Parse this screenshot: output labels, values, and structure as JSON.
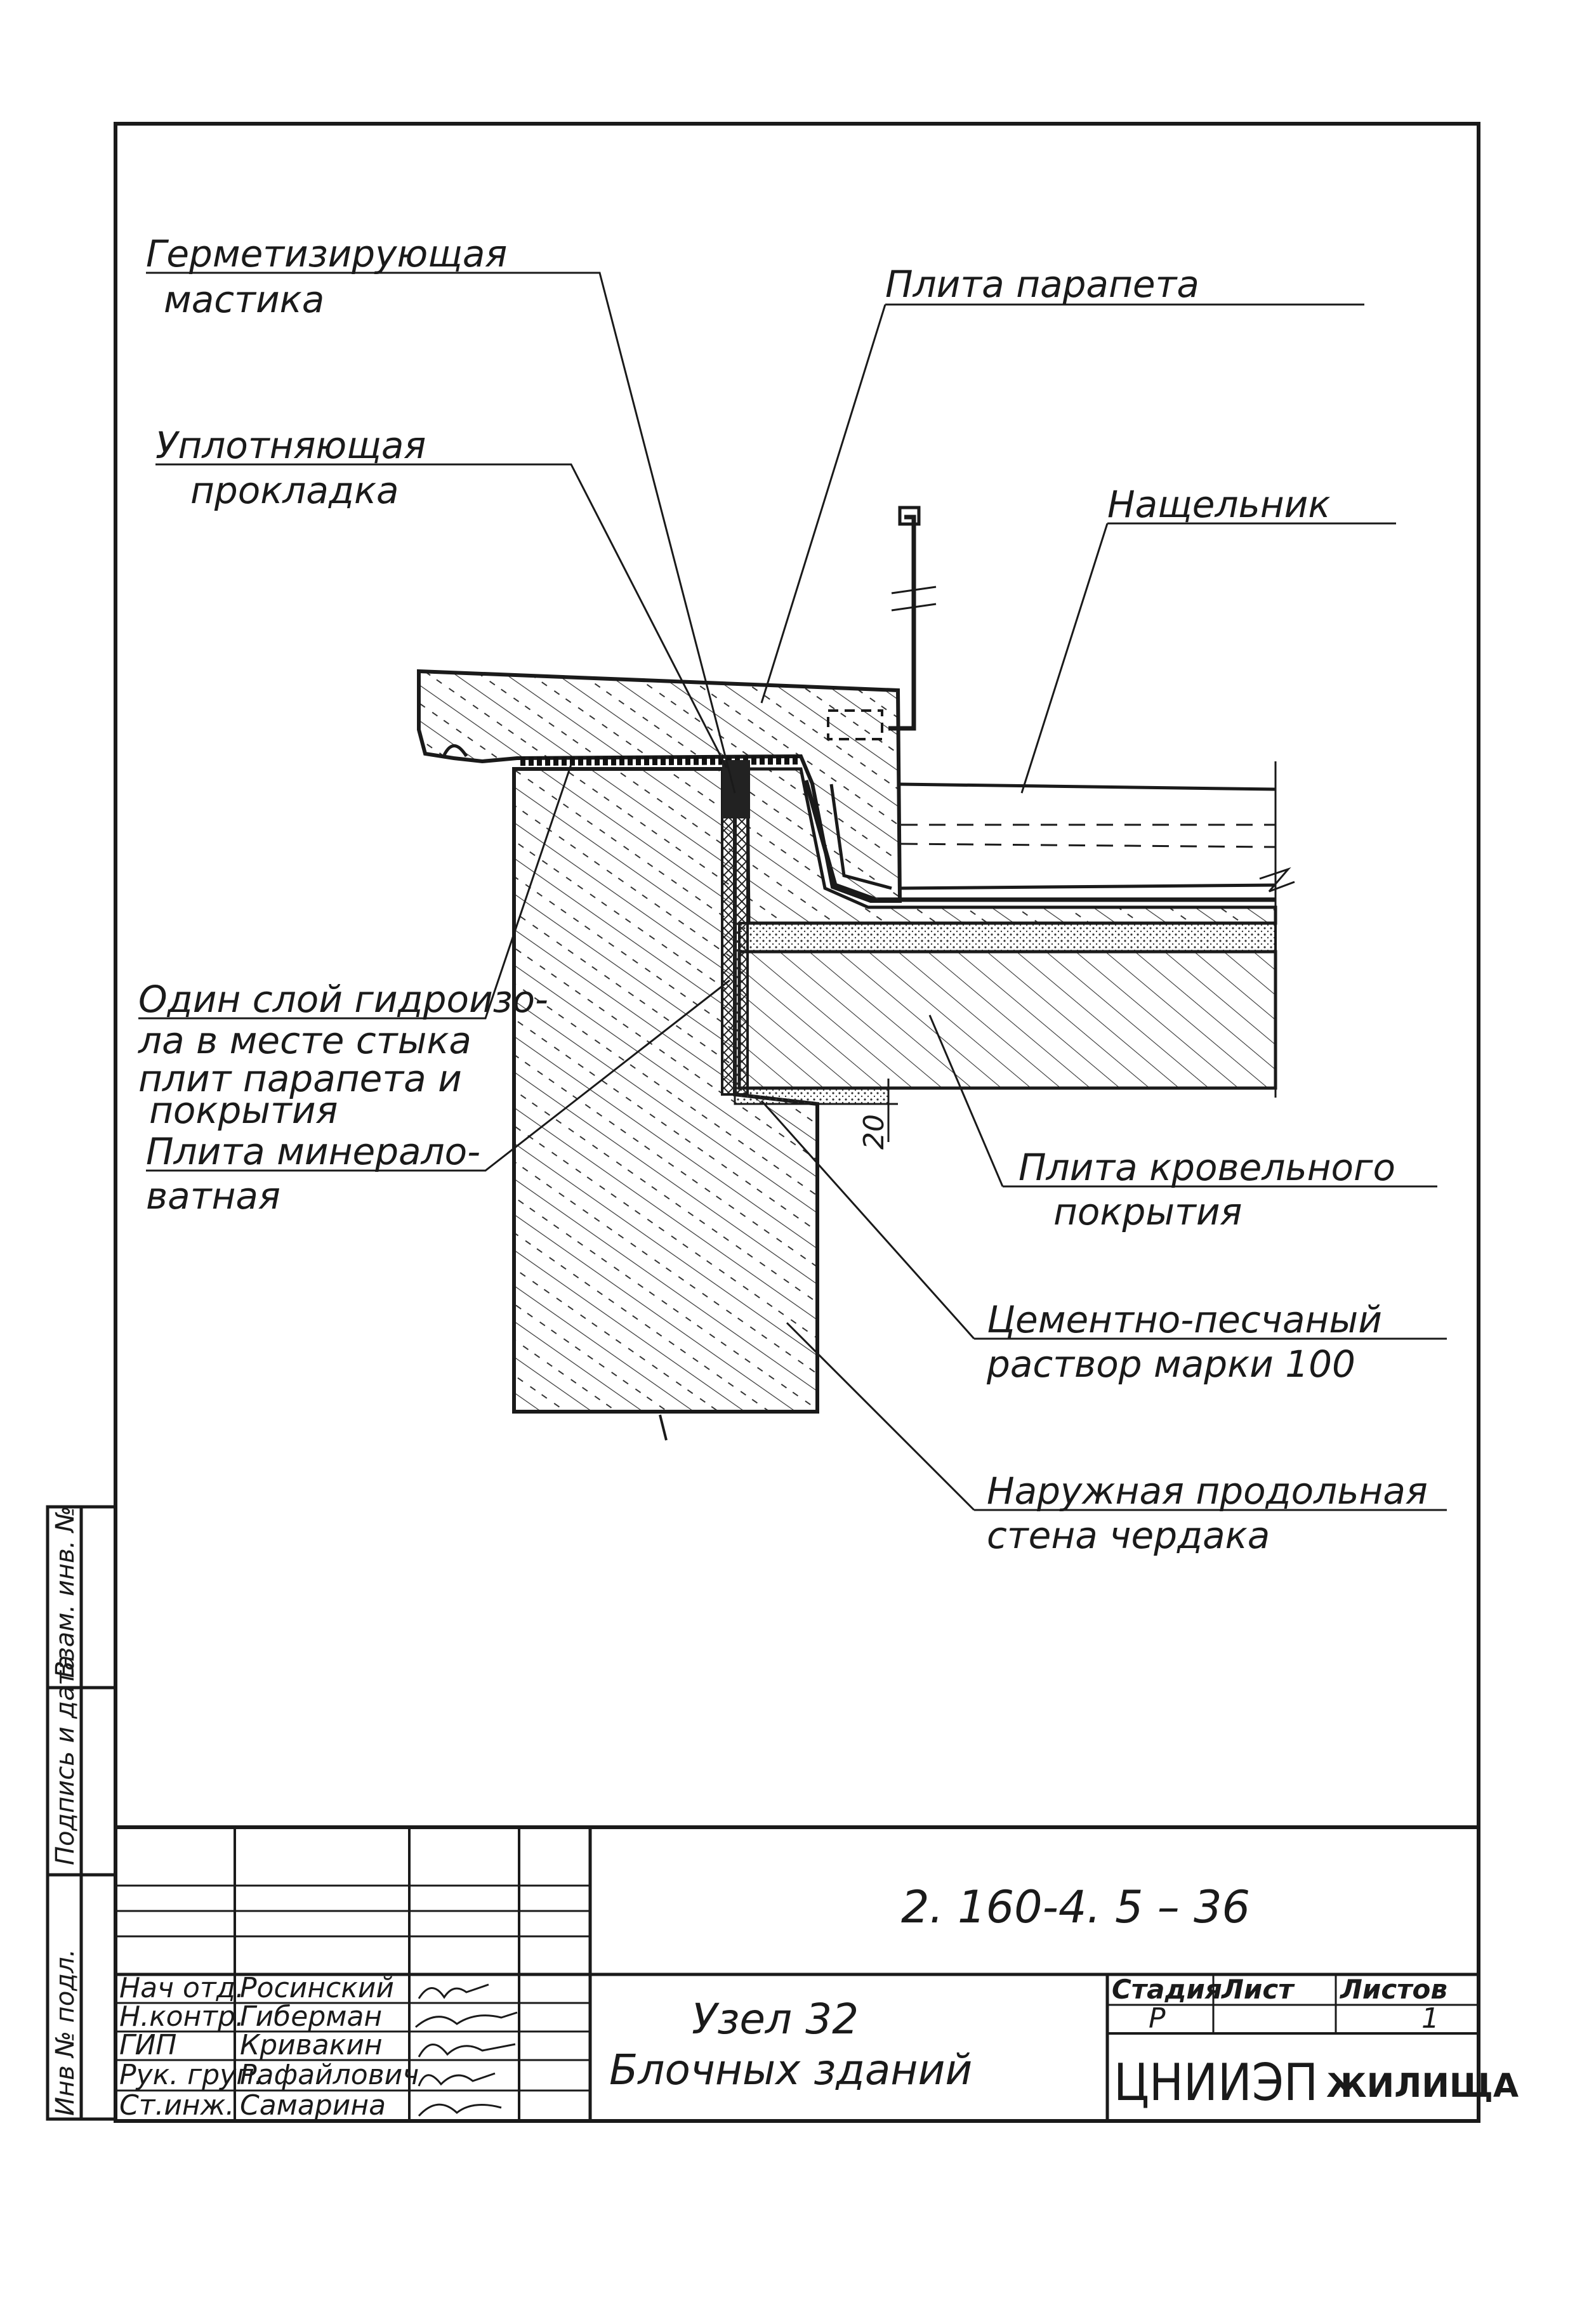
{
  "labels": {
    "sealant": [
      "Герметизирующая",
      "мастика"
    ],
    "parapet_slab": [
      "Плита парапета"
    ],
    "gasket": [
      "Уплотняющая",
      "прокладка"
    ],
    "flashing": [
      "Нащельник"
    ],
    "waterproofing": [
      "Один слой гидроизо-",
      "ла в месте стыка",
      "плит парапета и",
      "покрытия"
    ],
    "mineral_wool": [
      "Плита минерало-",
      "ватная"
    ],
    "roof_slab": [
      "Плита кровельного",
      "покрытия"
    ],
    "mortar": [
      "Цементно-песчаный",
      "раствор марки 100"
    ],
    "wall": [
      "Наружная продольная",
      "стена чердака"
    ]
  },
  "dimension": "20",
  "title_block": {
    "document_code": "2. 160-4. 5 – 36",
    "title_lines": [
      "Узел 32",
      "Блочных зданий"
    ],
    "signers": [
      {
        "role": "Нач отд.",
        "name": "Росинский"
      },
      {
        "role": "Н.контр.",
        "name": "Гиберман"
      },
      {
        "role": "ГИП",
        "name": "Кривакин"
      },
      {
        "role": "Рук. груп.",
        "name": "Рафайлович"
      },
      {
        "role": "Ст.инж.",
        "name": "Самарина"
      }
    ],
    "stage_header": "Стадия",
    "sheet_header": "Лист",
    "sheets_header": "Листов",
    "stage_value": "Р",
    "sheets_value": "1",
    "org_main": "ЦНИИЭП",
    "org_sub": "ЖИЛИЩА"
  },
  "side_stamp": {
    "inv_no": "Инв № подл.",
    "sign_date": "Подпись и дата",
    "replace_inv": "Взам. инв. №"
  }
}
